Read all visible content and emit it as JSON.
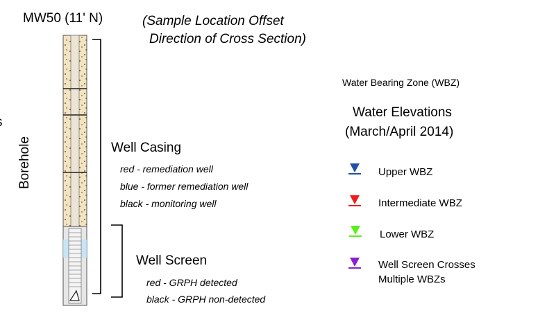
{
  "header": {
    "well_label": "MW50 (11' N)",
    "offset_note_line1": "(Sample Location Offset",
    "offset_note_line2": "Direction of Cross Section)"
  },
  "borehole": {
    "label": "Borehole",
    "cut_text": "s"
  },
  "casing": {
    "title": "Well Casing",
    "legend": [
      "red - remediation well",
      "blue - former remediation well",
      "black - monitoring well"
    ]
  },
  "screen": {
    "title": "Well Screen",
    "legend": [
      "red - GRPH detected",
      "black - GRPH non-detected"
    ]
  },
  "wbz": {
    "label": "Water Bearing Zone (WBZ)",
    "elev_title_line1": "Water Elevations",
    "elev_title_line2": "(March/April 2014)",
    "items": [
      {
        "label": "Upper WBZ",
        "color": "#1f4fa8",
        "icon": "blue-triangle-icon"
      },
      {
        "label": "Intermediate WBZ",
        "color": "#ee1c1c",
        "icon": "red-triangle-icon"
      },
      {
        "label": "Lower WBZ",
        "color": "#5cf01a",
        "icon": "green-triangle-icon"
      },
      {
        "label": "Well Screen Crosses",
        "label2": "Multiple WBZs",
        "color": "#8a1fd0",
        "icon": "purple-triangle-icon"
      }
    ]
  },
  "colors": {
    "sand": "#f3e3bf",
    "screen_fill": "#e8e8e8",
    "water_blue": "#bfe4f5"
  }
}
